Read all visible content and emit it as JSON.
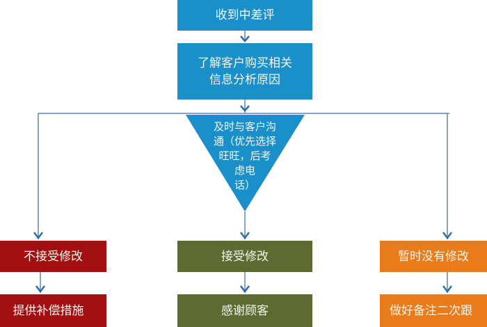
{
  "flowchart": {
    "start": {
      "label": "收到中差评",
      "color": "#1a8fc9"
    },
    "analyze": {
      "line1": "了解客户购买相关",
      "line2": "信息分析原因",
      "color": "#1a8fc9"
    },
    "decision": {
      "lines": [
        "及时与客户沟",
        "通（优先选择",
        "旺旺，后考",
        "虑电",
        "话）"
      ],
      "color": "#1a8fc9"
    },
    "branches": [
      {
        "label": "不接受修改",
        "next": "提供补偿措施",
        "color": "#a30e10"
      },
      {
        "label": "接受修改",
        "next": "感谢顾客",
        "color": "#5d6b30"
      },
      {
        "label": "暂时没有修改",
        "next": "做好备注二次跟",
        "color": "#e97b1a"
      }
    ],
    "connector_color": "#5b86ad",
    "arrow_color": "#2b6ea8"
  }
}
